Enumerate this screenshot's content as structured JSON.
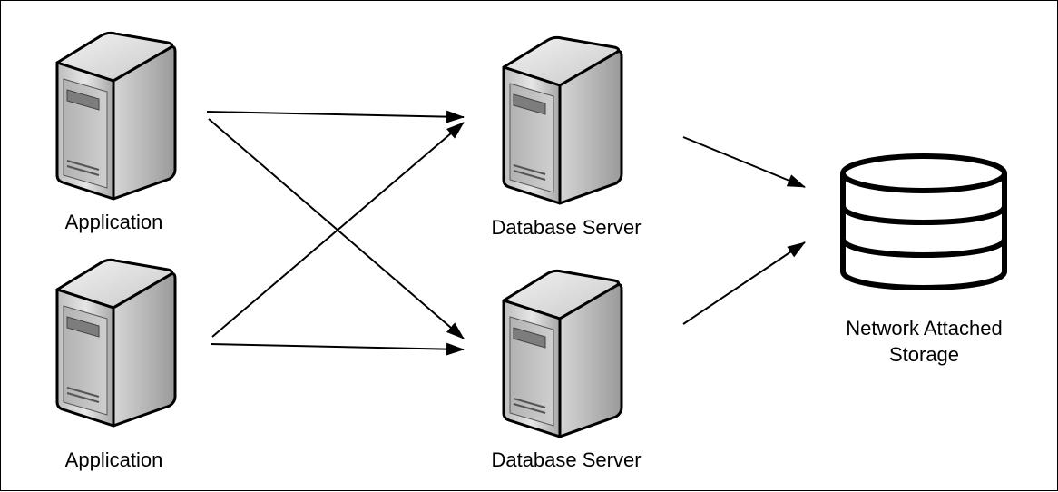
{
  "nodes": {
    "application_1": {
      "label": "Application",
      "icon": "server-tower-icon"
    },
    "application_2": {
      "label": "Application",
      "icon": "server-tower-icon"
    },
    "database_server_1": {
      "label": "Database Server",
      "icon": "server-tower-icon"
    },
    "database_server_2": {
      "label": "Database Server",
      "icon": "server-tower-icon"
    },
    "network_attached_storage": {
      "label_line1": "Network Attached",
      "label_line2": "Storage",
      "icon": "storage-cylinder-icon"
    }
  },
  "edges": [
    {
      "from": "application_1",
      "to": "database_server_1"
    },
    {
      "from": "application_1",
      "to": "database_server_2"
    },
    {
      "from": "application_2",
      "to": "database_server_1"
    },
    {
      "from": "application_2",
      "to": "database_server_2"
    },
    {
      "from": "database_server_1",
      "to": "network_attached_storage"
    },
    {
      "from": "database_server_2",
      "to": "network_attached_storage"
    }
  ],
  "colors": {
    "stroke": "#000000",
    "server_light": "#e4e4e4",
    "server_dark": "#8a8a8a",
    "storage_fill": "#ffffff"
  }
}
